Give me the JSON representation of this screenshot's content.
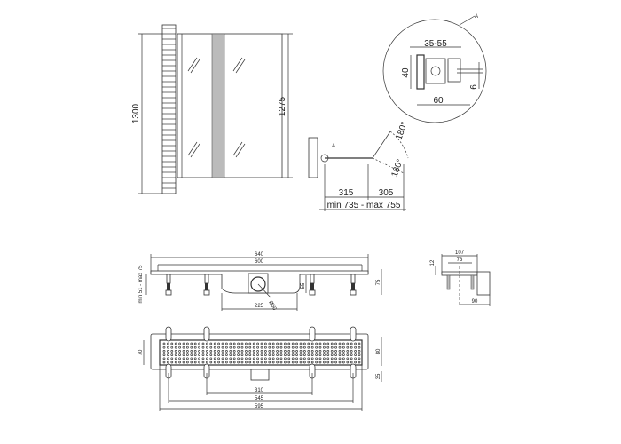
{
  "elevation": {
    "height_total": "1300",
    "height_glass": "1275"
  },
  "detail": {
    "label": "A",
    "clamp_range": "35-55",
    "height": "40",
    "width": "60",
    "offset": "6"
  },
  "plan": {
    "label": "A",
    "angle_1": "180°",
    "angle_2": "180°",
    "left_width": "315",
    "right_width": "305",
    "total_range": "min 735 - max 755"
  },
  "side_view": {
    "length_outer": "640",
    "length_inner": "600",
    "height_range": "min 51 - max 75",
    "outlet_diameter": "Ø50",
    "outlet_height": "55",
    "total_height": "75",
    "outlet_offset": "225"
  },
  "top_view": {
    "grate_width": "70",
    "outer_width": "80",
    "outlet_depth": "35",
    "legs_inner": "310",
    "legs_outer": "545",
    "grate_length": "595"
  },
  "end_view": {
    "width_outer": "107",
    "width_inner": "73",
    "flange": "12",
    "base_width": "90"
  }
}
